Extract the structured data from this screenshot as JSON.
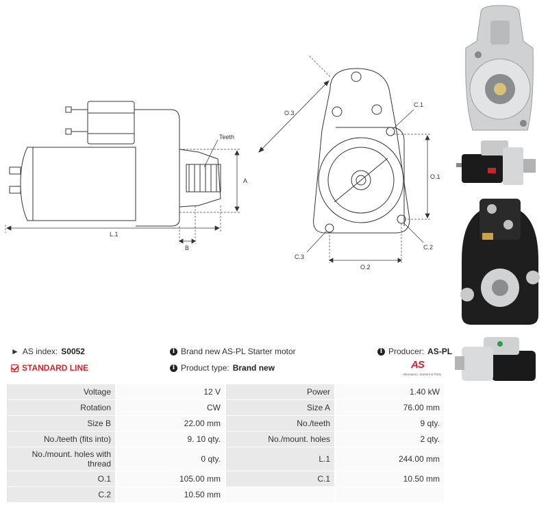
{
  "dimensions": {
    "teeth": "Teeth",
    "l1": "L.1",
    "a": "A",
    "b": "B",
    "c1": "C.1",
    "c2": "C.2",
    "c3": "C.3",
    "o1": "O.1",
    "o2": "O.2",
    "o3": "O.3"
  },
  "info": {
    "as_index_label": "AS index:",
    "as_index_value": "S0052",
    "description": "Brand new AS-PL Starter motor",
    "producer_label": "Producer:",
    "producer_value": "AS-PL",
    "standard_line": "STANDARD LINE",
    "product_type_label": "Product type:",
    "product_type_value": "Brand new"
  },
  "logo": {
    "text": "AS",
    "tagline": "Alternators, Starters & Parts"
  },
  "specs": [
    {
      "label1": "Voltage",
      "value1": "12 V",
      "label2": "Power",
      "value2": "1.40 kW"
    },
    {
      "label1": "Rotation",
      "value1": "CW",
      "label2": "Size A",
      "value2": "76.00 mm"
    },
    {
      "label1": "Size B",
      "value1": "22.00 mm",
      "label2": "No./teeth",
      "value2": "9 qty."
    },
    {
      "label1": "No./teeth (fits into)",
      "value1": "9. 10 qty.",
      "label2": "No./mount. holes",
      "value2": "2 qty."
    },
    {
      "label1": "No./mount. holes with thread",
      "value1": "0 qty.",
      "label2": "L.1",
      "value2": "244.00 mm"
    },
    {
      "label1": "O.1",
      "value1": "105.00 mm",
      "label2": "C.1",
      "value2": "10.50 mm"
    },
    {
      "label1": "C.2",
      "value1": "10.50 mm",
      "label2": "",
      "value2": ""
    }
  ]
}
